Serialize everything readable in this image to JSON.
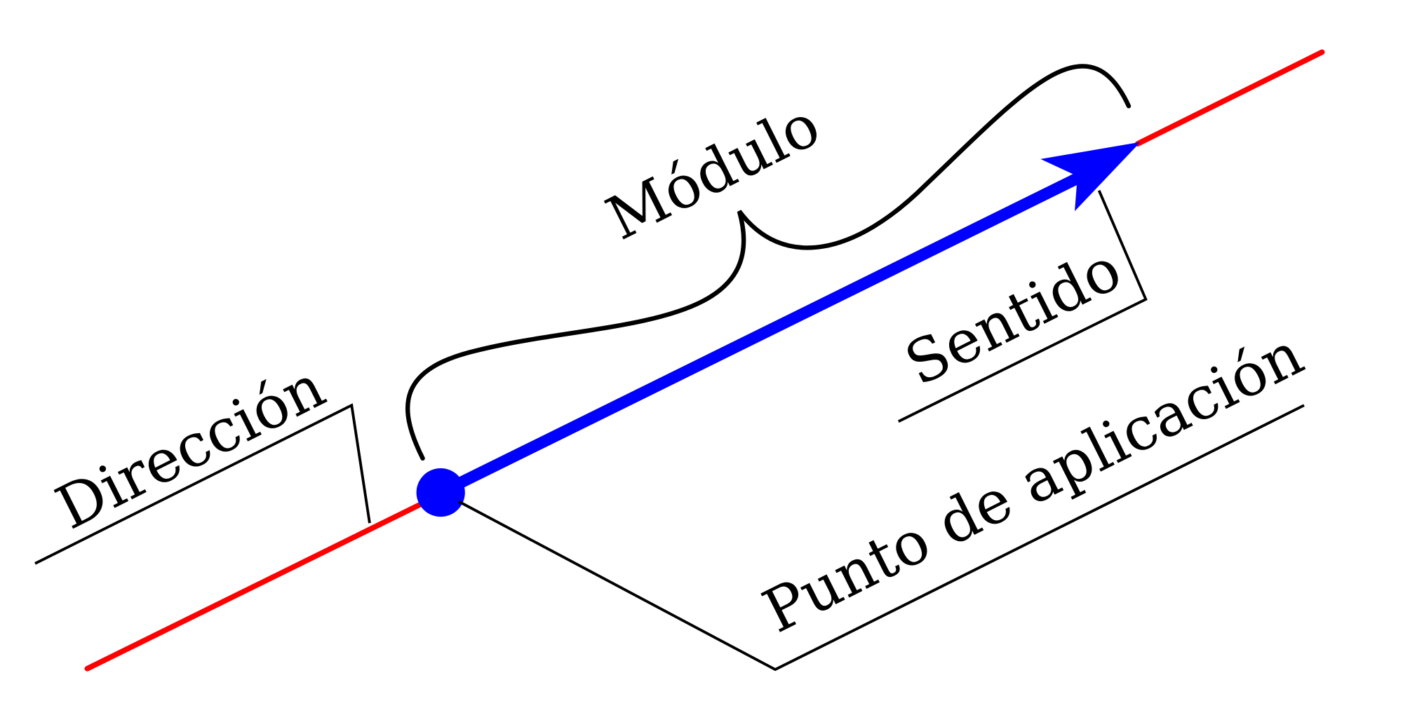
{
  "labels": {
    "direccion": "Dirección",
    "modulo": "Módulo",
    "sentido": "Sentido",
    "punto_aplicacion": "Punto de aplicación"
  },
  "colors": {
    "line_of_action": "#ff0000",
    "vector": "#0000ff",
    "annotation": "#000000",
    "background": "#ffffff"
  }
}
